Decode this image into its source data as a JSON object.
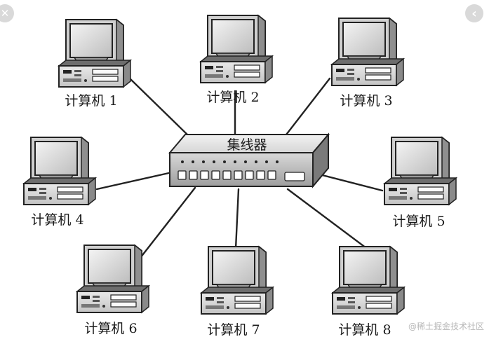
{
  "diagram": {
    "hub_label": "集线器",
    "computers": [
      {
        "id": "pc1",
        "label": "计算机 1"
      },
      {
        "id": "pc2",
        "label": "计算机 2"
      },
      {
        "id": "pc3",
        "label": "计算机 3"
      },
      {
        "id": "pc4",
        "label": "计算机 4"
      },
      {
        "id": "pc5",
        "label": "计算机 5"
      },
      {
        "id": "pc6",
        "label": "计算机 6"
      },
      {
        "id": "pc7",
        "label": "计算机 7"
      },
      {
        "id": "pc8",
        "label": "计算机 8"
      }
    ]
  },
  "overlay": {
    "close_icon": "close-icon",
    "prev_icon": "chevron-left-icon",
    "watermark": "@稀土掘金技术社区"
  }
}
